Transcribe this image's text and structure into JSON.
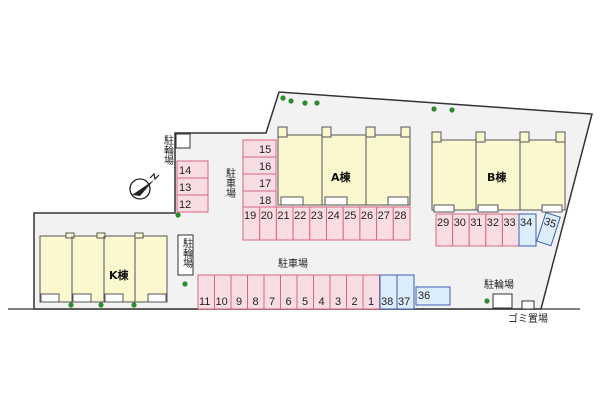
{
  "labels": {
    "parking": "駐車場",
    "parking_vertical": "駐車場",
    "bike_top": "駐輪場",
    "bike_mid": "駐輪場",
    "bike_right": "駐輪場",
    "garbage": "ゴミ置場",
    "building_a": "A棟",
    "building_b": "B棟",
    "building_k": "K棟"
  },
  "parking_groups": {
    "left_column": [
      "14",
      "13",
      "12"
    ],
    "a_column": [
      "15",
      "16",
      "17",
      "18"
    ],
    "a_row": [
      "19",
      "20",
      "21",
      "22",
      "23",
      "24",
      "25",
      "26",
      "27",
      "28"
    ],
    "b_row": [
      "29",
      "30",
      "31",
      "32",
      "33"
    ],
    "b_row_blue": [
      "34"
    ],
    "b_row_angled": [
      "35"
    ],
    "bottom_row": [
      "11",
      "10",
      "9",
      "8",
      "7",
      "6",
      "5",
      "4",
      "3",
      "2",
      "1"
    ],
    "bottom_row_blue": [
      "38",
      "37"
    ],
    "bottom_extra": [
      "36"
    ]
  },
  "colors": {
    "site": "#f2f2f2",
    "parking_pink": "#f9dde4",
    "parking_pink_border": "#d9677f",
    "parking_blue": "#dcedfb",
    "parking_blue_border": "#3c5fb5",
    "building": "#fbf7cf",
    "tree": "#2d8a2d"
  }
}
